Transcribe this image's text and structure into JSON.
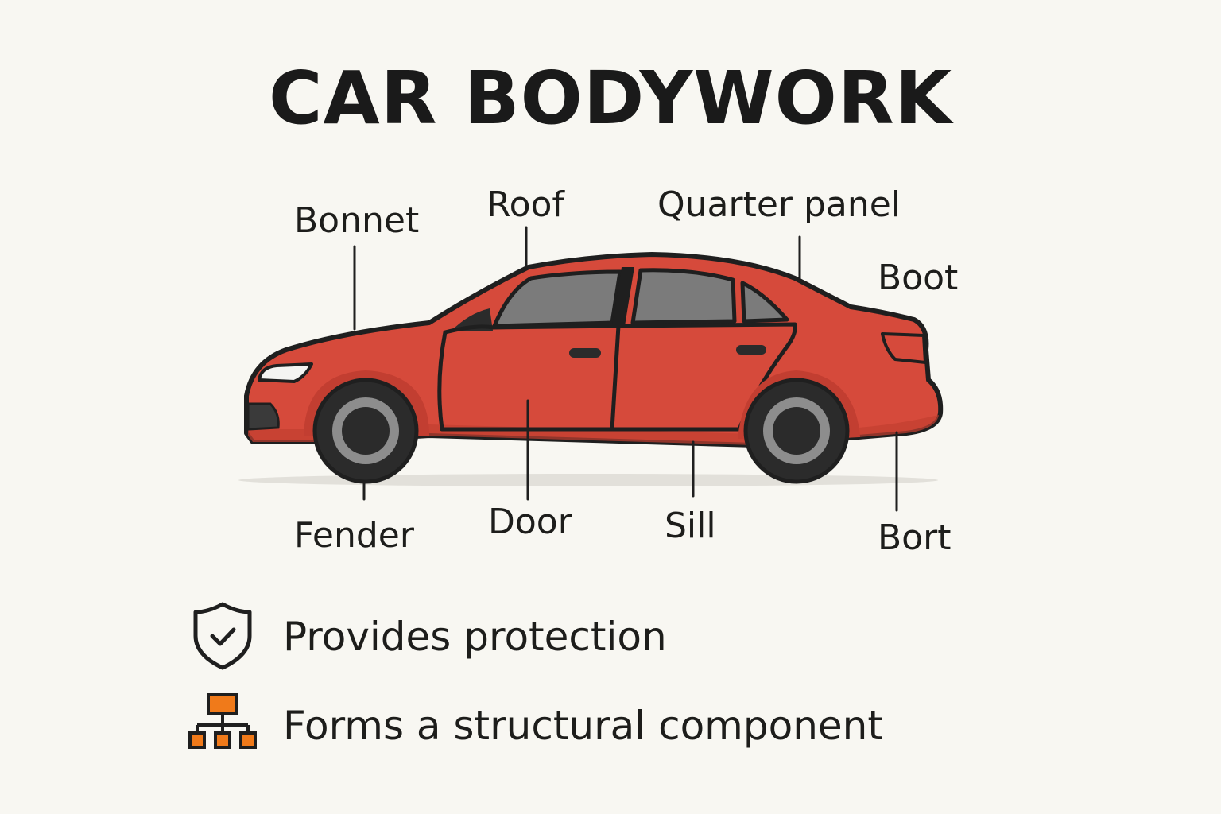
{
  "title": "CAR BODYWORK",
  "labels": {
    "bonnet": "Bonnet",
    "roof": "Roof",
    "quarter_panel": "Quarter panel",
    "boot": "Boot",
    "fender": "Fender",
    "door": "Door",
    "sill": "Sill",
    "bort": "Bort"
  },
  "features": [
    {
      "text": "Provides protection",
      "icon": "shield-check-icon"
    },
    {
      "text": "Forms a structural component",
      "icon": "hierarchy-icon"
    }
  ],
  "colors": {
    "background": "#f8f7f2",
    "car_body": "#d64a3b",
    "outline": "#1f1f1f",
    "window": "#7b7b7b",
    "tire": "#2b2b2b",
    "rim": "#8d8d8d",
    "accent_orange": "#f07a1a"
  }
}
